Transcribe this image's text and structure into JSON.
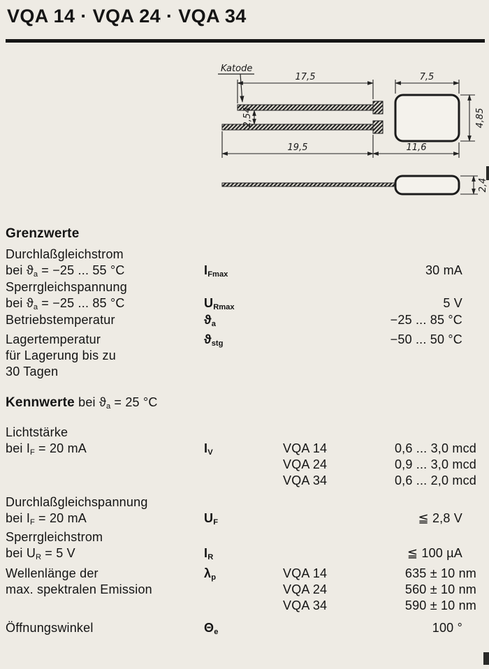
{
  "page": {
    "title": "VQA 14 · VQA 24 · VQA 34"
  },
  "drawing": {
    "katode_label": "Katode",
    "dims": {
      "lead_top": "17,5",
      "body_top": "7,5",
      "lead_gap": "2,54",
      "body_dia": "4,85",
      "lead_bottom": "19,5",
      "body_bottom": "11,6",
      "small_dia": "2,4"
    }
  },
  "grenzwerte": {
    "heading": "Grenzwerte",
    "rows": [
      {
        "label1": "Durchlaßgleichstrom",
        "cond_pre": "bei ",
        "cond_sym": "ϑ",
        "cond_sub": "a",
        "cond_post": " = −25 ... 55 °C",
        "sym_main": "I",
        "sym_sub": "Fmax",
        "value": "30 mA"
      },
      {
        "label1": "Sperrgleichspannung",
        "cond_pre": "bei ",
        "cond_sym": "ϑ",
        "cond_sub": "a",
        "cond_post": " = −25 ... 85 °C",
        "sym_main": "U",
        "sym_sub": "Rmax",
        "value": "5 V"
      },
      {
        "label1": "Betriebstemperatur",
        "sym_main": "ϑ",
        "sym_sub": "a",
        "value": "−25 ... 85 °C"
      },
      {
        "label1": "Lagertemperatur",
        "label2": "für Lagerung bis zu",
        "label3": "30 Tagen",
        "sym_main": "ϑ",
        "sym_sub": "stg",
        "value": "−50 ... 50 °C"
      }
    ]
  },
  "kennwerte": {
    "heading_bold": "Kennwerte",
    "heading_pre": " bei ",
    "heading_sym": "ϑ",
    "heading_sub": "a",
    "heading_post": " = 25 °C",
    "rows": [
      {
        "label1": "Lichtstärke",
        "cond_pre": "bei ",
        "cond_sym": "I",
        "cond_sub": "F",
        "cond_post": " = 20 mA",
        "sym_main": "I",
        "sym_sub": "V",
        "variants": [
          {
            "name": "VQA 14",
            "value": "0,6 ... 3,0 mcd"
          },
          {
            "name": "VQA 24",
            "value": "0,9 ... 3,0 mcd"
          },
          {
            "name": "VQA 34",
            "value": "0,6 ... 2,0 mcd"
          }
        ]
      },
      {
        "label1": "Durchlaßgleichspannung",
        "cond_pre": "bei ",
        "cond_sym": "I",
        "cond_sub": "F",
        "cond_post": " = 20 mA",
        "sym_main": "U",
        "sym_sub": "F",
        "value": "≦ 2,8 V"
      },
      {
        "label1": "Sperrgleichstrom",
        "cond_pre": "bei ",
        "cond_sym": "U",
        "cond_sub": "R",
        "cond_post": " = 5 V",
        "sym_main": "I",
        "sym_sub": "R",
        "value": "≦ 100 µA"
      },
      {
        "label1": "Wellenlänge der",
        "label2": "max. spektralen Emission",
        "sym_main": "λ",
        "sym_sub": "p",
        "variants": [
          {
            "name": "VQA 14",
            "value": "635 ± 10 nm"
          },
          {
            "name": "VQA 24",
            "value": "560 ± 10 nm"
          },
          {
            "name": "VQA 34",
            "value": "590 ± 10 nm"
          }
        ]
      },
      {
        "label1": "Öffnungswinkel",
        "sym_main": "Θ",
        "sym_sub": "e",
        "value": "100 °"
      }
    ]
  }
}
